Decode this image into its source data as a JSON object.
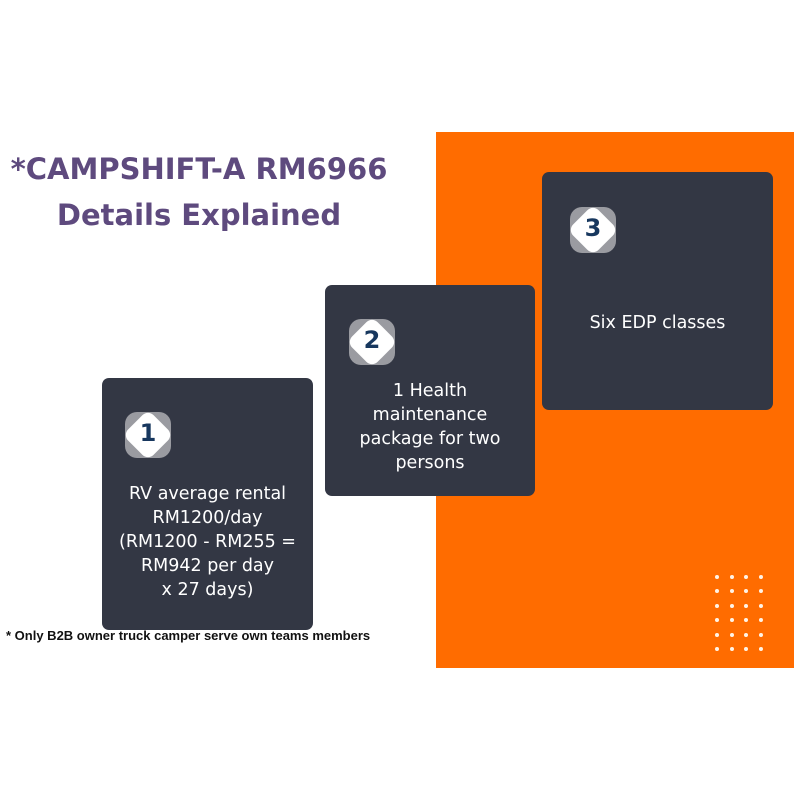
{
  "title": {
    "line1": "*CAMPSHIFT-A RM6966",
    "line2": "Details Explained"
  },
  "cards": [
    {
      "number": "1",
      "lines": [
        "RV average rental",
        "RM1200/day",
        "(RM1200 - RM255 =",
        "RM942 per day",
        "x 27 days)"
      ]
    },
    {
      "number": "2",
      "lines": [
        "1 Health",
        "maintenance",
        "package for two",
        "persons"
      ]
    },
    {
      "number": "3",
      "lines": [
        "Six EDP classes"
      ]
    }
  ],
  "footnote": "* Only B2B owner truck camper serve own teams members",
  "colors": {
    "accent": "#ff6c00",
    "card": "#333744",
    "title": "#5e4a7e"
  }
}
